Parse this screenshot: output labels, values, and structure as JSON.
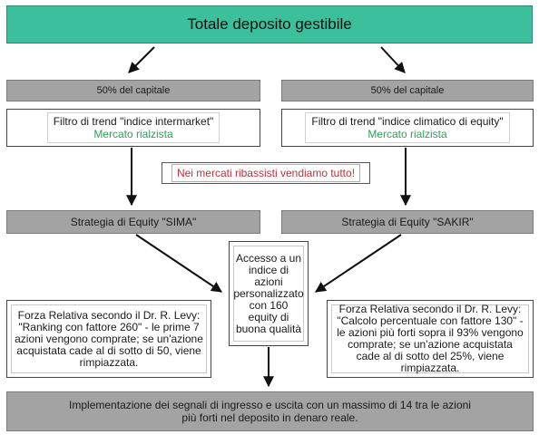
{
  "top": {
    "label": "Totale deposito gestibile"
  },
  "left": {
    "capital": "50% del capitale",
    "filter_title": "Filtro di trend \"indice intermarket\"",
    "filter_status": "Mercato rialzista",
    "strategy": "Strategia di Equity \"SIMA\"",
    "relative_strength": "Forza Relativa secondo il Dr. R. Levy: \"Ranking con fattore 260\" - le prime 7 azioni vengono comprate; se un'azione acquistata cade al di sotto di 50, viene rimpiazzata."
  },
  "right": {
    "capital": "50% del capitale",
    "filter_title": "Filtro di trend \"indice climatico di equity\"",
    "filter_status": "Mercato rialzista",
    "strategy": "Strategia di Equity \"SAKIR\"",
    "relative_strength": "Forza Relativa secondo il Dr. R. Levy: \"Calcolo percentuale con fattore 130\" - le azioni più forti sopra il 93% vengono comprate; se un'azione acquistata cade al di sotto del 25%, viene rimpiazzata."
  },
  "warning": "Nei mercati ribassisti vendiamo tutto!",
  "access": "Accesso a un indice di azioni personalizzato con 160 equity di buona qualità",
  "implementation": "Implementazione dei segnali di ingresso e uscita con un massimo di 14 tra le azioni più forti nel deposito in denaro reale.",
  "colors": {
    "header": "#3cbf9b",
    "gray": "#a3a3a3",
    "status": "#2e9f57",
    "warning": "#c0303a"
  }
}
